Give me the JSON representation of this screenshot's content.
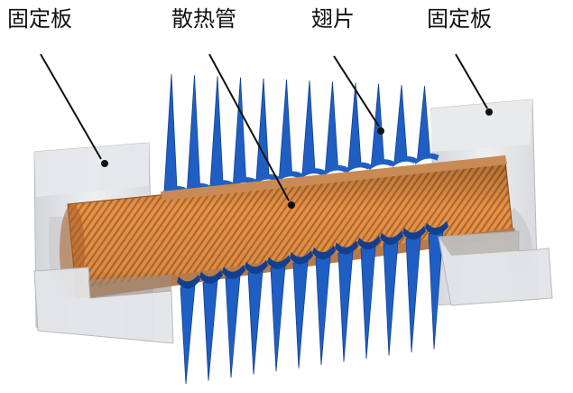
{
  "labels": {
    "plate_left": "固定板",
    "heat_pipe": "散热管",
    "fin": "翅片",
    "plate_right": "固定板"
  },
  "colors": {
    "fin_blue": "#1f5fc4",
    "fin_shadow": "#123f8f",
    "pipe_copper": "#d9883e",
    "plate_grey": "#dedfe3",
    "leader": "#111111"
  },
  "fins": {
    "top_count": 12,
    "bottom_count": 12
  }
}
